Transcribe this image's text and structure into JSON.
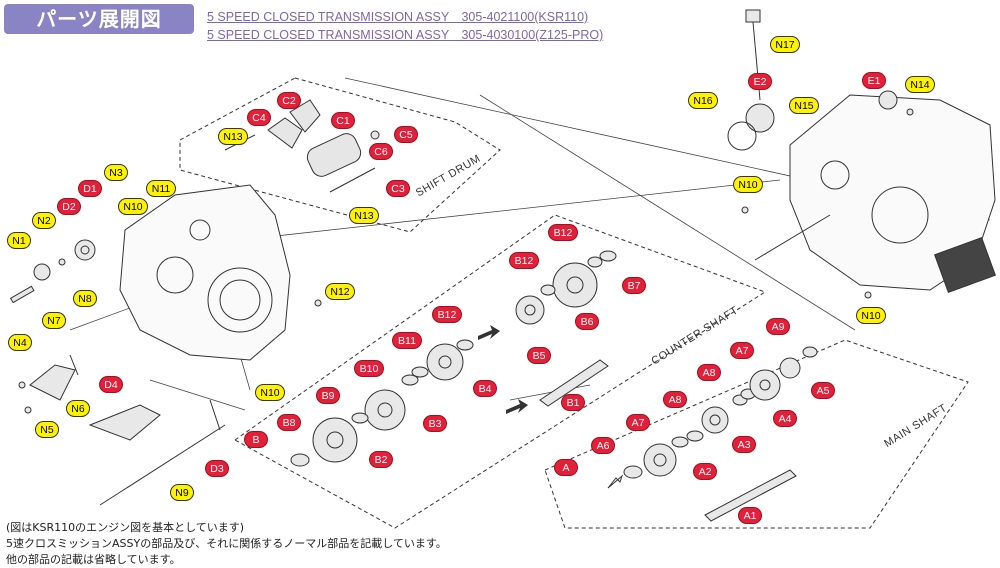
{
  "header": {
    "badge": "パーツ展開図",
    "line1": "5 SPEED CLOSED TRANSMISSION ASSY　305-4021100(KSR110)",
    "line2": "5 SPEED CLOSED TRANSMISSION ASSY　305-4030100(Z125-PRO)"
  },
  "footer": {
    "line1": "(図はKSR110のエンジン図を基本としています)",
    "line2": "5速クロスミッションASSYの部品及び、それに関係するノーマル部品を記載しています。",
    "line3": "他の部品の記載は省略しています。"
  },
  "sections": {
    "shift_drum": "SHIFT DRUM",
    "counter_shaft": "COUNTER SHAFT",
    "main_shaft": "MAIN SHAFT"
  },
  "colors": {
    "badge": "#8b84c4",
    "red_label": "#e2203a",
    "yellow_label": "#fff200",
    "header_text": "#7a68b0"
  },
  "labels": [
    {
      "id": "C2",
      "color": "red"
    },
    {
      "id": "C4",
      "color": "red"
    },
    {
      "id": "C1",
      "color": "red"
    },
    {
      "id": "C5",
      "color": "red"
    },
    {
      "id": "C6",
      "color": "red"
    },
    {
      "id": "C3",
      "color": "red"
    },
    {
      "id": "N13",
      "color": "yellow"
    },
    {
      "id": "N13",
      "color": "yellow"
    },
    {
      "id": "N3",
      "color": "yellow"
    },
    {
      "id": "D1",
      "color": "red"
    },
    {
      "id": "D2",
      "color": "red"
    },
    {
      "id": "N2",
      "color": "yellow"
    },
    {
      "id": "N1",
      "color": "yellow"
    },
    {
      "id": "N11",
      "color": "yellow"
    },
    {
      "id": "N10",
      "color": "yellow"
    },
    {
      "id": "N12",
      "color": "yellow"
    },
    {
      "id": "N8",
      "color": "yellow"
    },
    {
      "id": "N7",
      "color": "yellow"
    },
    {
      "id": "N4",
      "color": "yellow"
    },
    {
      "id": "D4",
      "color": "red"
    },
    {
      "id": "N6",
      "color": "yellow"
    },
    {
      "id": "N5",
      "color": "yellow"
    },
    {
      "id": "N10",
      "color": "yellow"
    },
    {
      "id": "D3",
      "color": "red"
    },
    {
      "id": "N9",
      "color": "yellow"
    },
    {
      "id": "B12",
      "color": "red"
    },
    {
      "id": "B12",
      "color": "red"
    },
    {
      "id": "B7",
      "color": "red"
    },
    {
      "id": "B12",
      "color": "red"
    },
    {
      "id": "B6",
      "color": "red"
    },
    {
      "id": "B5",
      "color": "red"
    },
    {
      "id": "B11",
      "color": "red"
    },
    {
      "id": "B10",
      "color": "red"
    },
    {
      "id": "B4",
      "color": "red"
    },
    {
      "id": "B9",
      "color": "red"
    },
    {
      "id": "B1",
      "color": "red"
    },
    {
      "id": "B8",
      "color": "red"
    },
    {
      "id": "B3",
      "color": "red"
    },
    {
      "id": "B",
      "color": "red"
    },
    {
      "id": "B2",
      "color": "red"
    },
    {
      "id": "A9",
      "color": "red"
    },
    {
      "id": "A7",
      "color": "red"
    },
    {
      "id": "A5",
      "color": "red"
    },
    {
      "id": "A8",
      "color": "red"
    },
    {
      "id": "A4",
      "color": "red"
    },
    {
      "id": "A8",
      "color": "red"
    },
    {
      "id": "A7",
      "color": "red"
    },
    {
      "id": "A3",
      "color": "red"
    },
    {
      "id": "A6",
      "color": "red"
    },
    {
      "id": "A2",
      "color": "red"
    },
    {
      "id": "A",
      "color": "red"
    },
    {
      "id": "A1",
      "color": "red"
    },
    {
      "id": "E2",
      "color": "red"
    },
    {
      "id": "N17",
      "color": "yellow"
    },
    {
      "id": "N16",
      "color": "yellow"
    },
    {
      "id": "E1",
      "color": "red"
    },
    {
      "id": "N14",
      "color": "yellow"
    },
    {
      "id": "N15",
      "color": "yellow"
    },
    {
      "id": "N10",
      "color": "yellow"
    },
    {
      "id": "N10",
      "color": "yellow"
    }
  ]
}
